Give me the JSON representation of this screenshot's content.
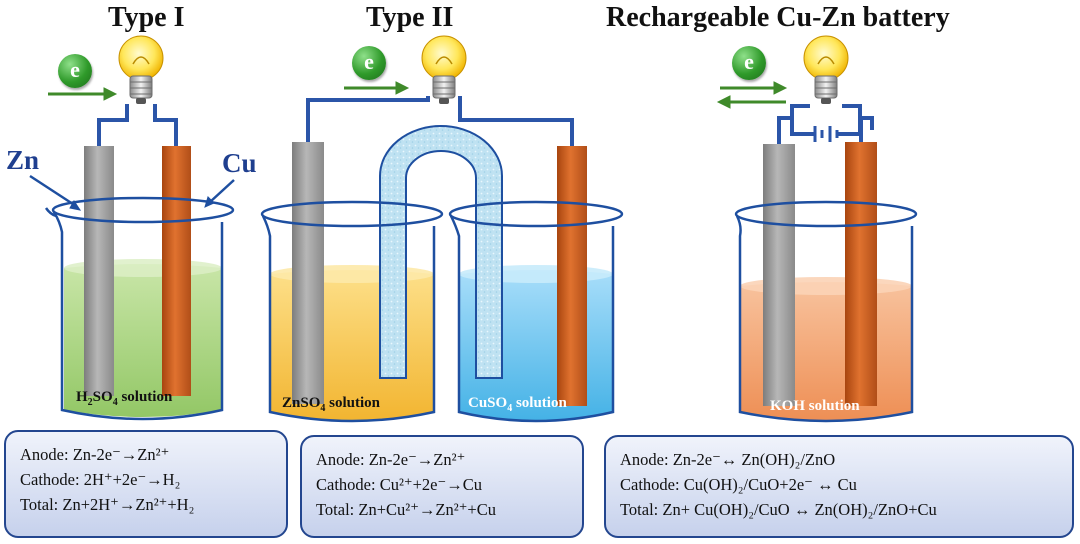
{
  "panels": [
    {
      "title": "Type I",
      "electron": "e",
      "electrode_labels": {
        "left": "Zn",
        "right": "Cu"
      },
      "solutions": [
        {
          "text": "H",
          "sub": "2",
          "text2": "SO",
          "sub2": "4",
          "text3": " solution"
        }
      ],
      "equations": {
        "anode": "Anode: Zn-2e⁻→Zn²⁺",
        "cathode": "Cathode: 2H⁺+2e⁻→H₂",
        "total": "Total: Zn+2H⁺→Zn²⁺+H₂"
      }
    },
    {
      "title": "Type II",
      "electron": "e",
      "solutions": [
        {
          "text": "ZnSO",
          "sub": "4",
          "text2": " solution"
        },
        {
          "text": "CuSO",
          "sub": "4",
          "text2": " solution"
        }
      ],
      "equations": {
        "anode": "Anode: Zn-2e⁻→Zn²⁺",
        "cathode": "Cathode: Cu²⁺+2e⁻→Cu",
        "total": "Total: Zn+Cu²⁺→Zn²⁺+Cu"
      }
    },
    {
      "title": "Rechargeable Cu-Zn battery",
      "electron": "e",
      "solutions": [
        {
          "text": "KOH solution"
        }
      ],
      "equations": {
        "anode": "Anode: Zn-2e⁻↔ Zn(OH)₂/ZnO",
        "cathode": "Cathode: Cu(OH)₂/CuO+2e⁻ ↔ Cu",
        "total": "Total: Zn+ Cu(OH)₂/CuO ↔ Zn(OH)₂/ZnO+Cu"
      }
    }
  ],
  "colors": {
    "zinc": "#9a9a9a",
    "copper": "#c8561c",
    "wire": "#2b55a8",
    "arrow": "#3f8a2a",
    "h2so4": "#a8d27c",
    "znso4": "#f6c64a",
    "cuso4": "#6cc3ee",
    "koh": "#f3a36c",
    "box_border": "#23468f"
  }
}
